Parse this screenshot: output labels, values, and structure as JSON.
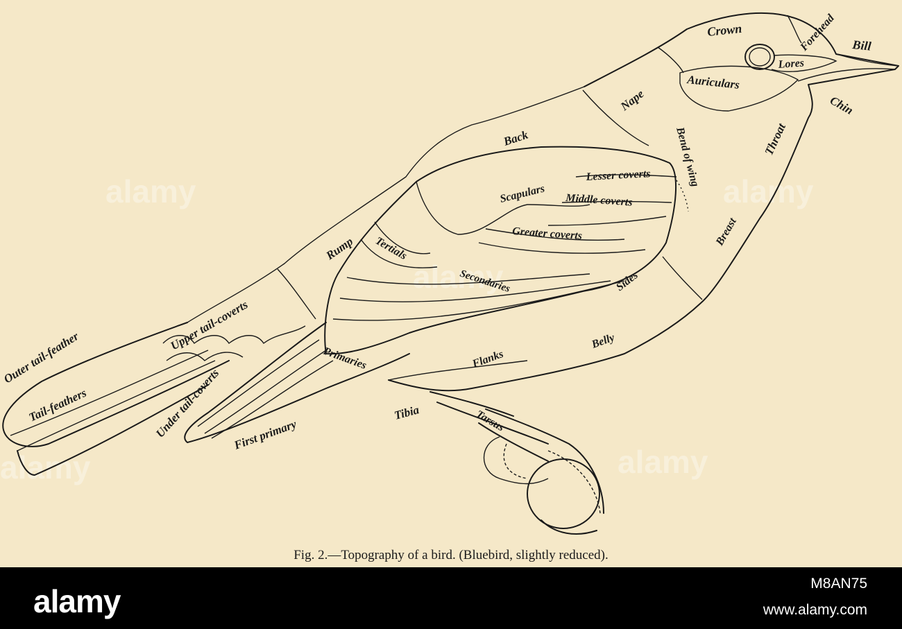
{
  "labels": {
    "crown": "Crown",
    "forehead": "Forehead",
    "bill": "Bill",
    "lores": "Lores",
    "auriculars": "Auriculars",
    "chin": "Chin",
    "nape": "Nape",
    "throat": "Throat",
    "bend_of_wing": "Bend of wing",
    "back": "Back",
    "scapulars": "Scapulars",
    "lesser_coverts": "Lesser coverts",
    "middle_coverts": "Middle coverts",
    "greater_coverts": "Greater coverts",
    "breast": "Breast",
    "tertials": "Tertials",
    "rump": "Rump",
    "secondaries": "Secondaries",
    "sides": "Sides",
    "upper_tail_coverts": "Upper tail-coverts",
    "outer_tail_feather": "Outer tail-feather",
    "tail_feathers": "Tail-feathers",
    "under_tail_coverts": "Under tail-coverts",
    "primaries": "Primaries",
    "flanks": "Flanks",
    "belly": "Belly",
    "first_primary": "First primary",
    "tibia": "Tibia",
    "tarsus": "Tarsus"
  },
  "caption": "Fig. 2.—Topography of a bird. (Bluebird, slightly reduced).",
  "watermark": "alamy",
  "footer": {
    "brand": "alamy",
    "image_id": "M8AN75",
    "url": "www.alamy.com"
  },
  "colors": {
    "paper": "#f5e8c8",
    "ink": "#1a1a1a",
    "footer_bg": "#000000"
  }
}
